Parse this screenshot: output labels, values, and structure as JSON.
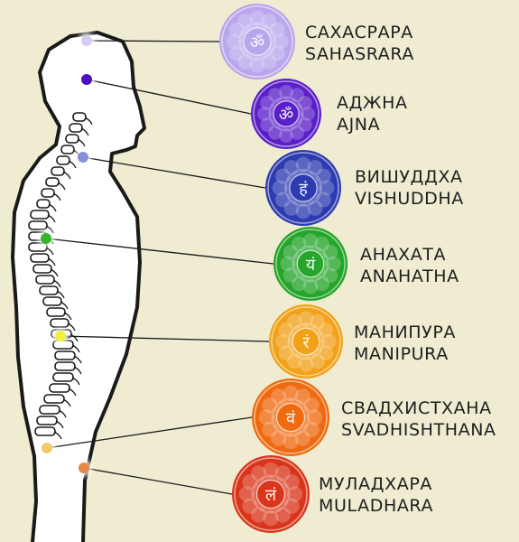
{
  "chakras": [
    {
      "name_ru": "САХАСРАРА",
      "name_en": "SAHASRARA",
      "color": "#b9a6ec",
      "dot": "#d7cbf6",
      "symbol": "ॐ"
    },
    {
      "name_ru": "АДЖНА",
      "name_en": "AJNA",
      "color": "#5a1fc8",
      "dot": "#4b0fc0",
      "symbol": "ॐ"
    },
    {
      "name_ru": "ВИШУДДХА",
      "name_en": "VISHUDDHA",
      "color": "#2c3bb0",
      "dot": "#8790d6",
      "symbol": "हं"
    },
    {
      "name_ru": "АНАХАТА",
      "name_en": "ANAHATHA",
      "color": "#25a52a",
      "dot": "#37b52f",
      "symbol": "यं"
    },
    {
      "name_ru": "МАНИПУРА",
      "name_en": "MANIPURA",
      "color": "#f1a21a",
      "dot": "#f5ef3c",
      "symbol": "रं"
    },
    {
      "name_ru": "СВАДХИСТХАНА",
      "name_en": "SVADHISHTHANA",
      "color": "#ef6a10",
      "dot": "#f6c96a",
      "symbol": "वं"
    },
    {
      "name_ru": "МУЛАДХАРА",
      "name_en": "MULADHARA",
      "color": "#d9351a",
      "dot": "#e58746",
      "symbol": "लं"
    }
  ]
}
